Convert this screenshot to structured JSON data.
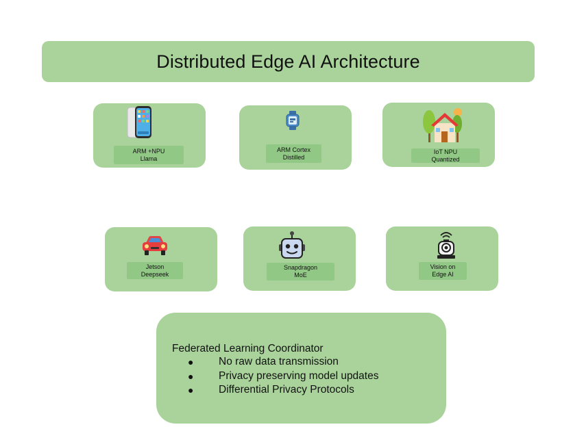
{
  "title": "Distributed Edge AI Architecture",
  "nodes": [
    {
      "id": "phone",
      "icon": "smartphone-icon",
      "line1": "ARM +NPU",
      "line2": "Llama"
    },
    {
      "id": "watch",
      "icon": "smartwatch-icon",
      "line1": "ARM Cortex",
      "line2": "Distilled"
    },
    {
      "id": "iot",
      "icon": "house-icon",
      "line1": "IoT NPU",
      "line2": "Quantized"
    },
    {
      "id": "car",
      "icon": "car-icon",
      "line1": "Jetson",
      "line2": "Deepseek"
    },
    {
      "id": "robot",
      "icon": "robot-icon",
      "line1": "Snapdragon",
      "line2": "MoE"
    },
    {
      "id": "camera",
      "icon": "camera-icon",
      "line1": "Vision on",
      "line2": "Edge AI"
    }
  ],
  "coordinator": {
    "title": "Federated Learning Coordinator",
    "bullet": "●",
    "items": [
      "No raw data transmission",
      "Privacy preserving model updates",
      "Differential Privacy Protocols"
    ]
  },
  "colors": {
    "box": "#a9d39b",
    "label": "#92c886"
  }
}
